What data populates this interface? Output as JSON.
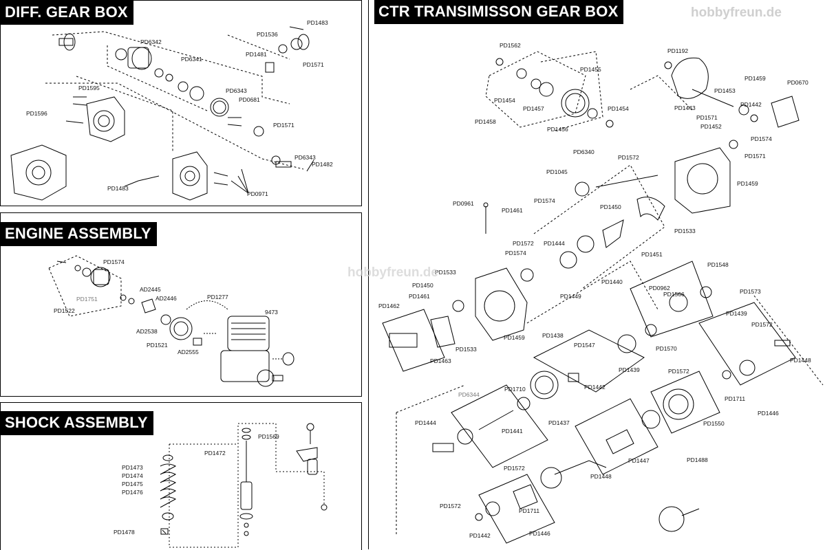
{
  "panels": {
    "diff": {
      "title": "DIFF. GEAR BOX",
      "labels": [
        "PD1483",
        "PD1536",
        "PD1481",
        "PD1571",
        "PD6342",
        "PD6341",
        "PD1595",
        "PD1596",
        "PD6343",
        "PD0681",
        "PD1571",
        "PD6343",
        "PD1482",
        "PD1483",
        "PD0971"
      ]
    },
    "engine": {
      "title": "ENGINE ASSEMBLY",
      "labels": [
        "PD1574",
        "PD1751",
        "PD1522",
        "AD2445",
        "AD2446",
        "PD1277",
        "9473",
        "AD2538",
        "PD1521",
        "AD2555"
      ]
    },
    "shock": {
      "title": "SHOCK ASSEMBLY",
      "labels": [
        "PD1472",
        "PD1569",
        "PD1473",
        "PD1474",
        "PD1475",
        "PD1476",
        "PD1478"
      ]
    },
    "ctr": {
      "title": "CTR TRANSIMISSON GEAR BOX",
      "labels": [
        "PD1562",
        "PD1192",
        "PD1455",
        "PD1459",
        "PD1453",
        "PD0670",
        "PD1454",
        "PD1457",
        "PD1454",
        "PD1458",
        "PD1456",
        "PD1443",
        "PD1442",
        "PD1571",
        "PD1452",
        "PD1574",
        "PD1571",
        "PD6340",
        "PD1572",
        "PD1045",
        "PD1459",
        "PD0961",
        "PD1461",
        "PD1574",
        "PD1450",
        "PD1533",
        "PD1572",
        "PD1444",
        "PD1574",
        "PD1451",
        "PD1533",
        "PD1450",
        "PD1461",
        "PD1449",
        "PD1548",
        "PD1440",
        "PD0962",
        "PD1566",
        "PD1573",
        "PD1462",
        "PD1439",
        "PD1572",
        "PD1459",
        "PD1463",
        "PD1533",
        "PD1438",
        "PD1547",
        "PD1570",
        "PD1439",
        "PD1448",
        "PD1442",
        "PD1572",
        "PD6344",
        "PD1710",
        "PD1711",
        "PD1444",
        "PD1441",
        "PD1437",
        "PD1446",
        "PD1550",
        "PD1447",
        "PD1488",
        "PD1572",
        "PD1448",
        "PD1572",
        "PD1711",
        "PD1442",
        "PD1446"
      ]
    }
  },
  "watermark": {
    "top": "hobbyfreun.de",
    "middle": "hobbyfreun.de"
  }
}
